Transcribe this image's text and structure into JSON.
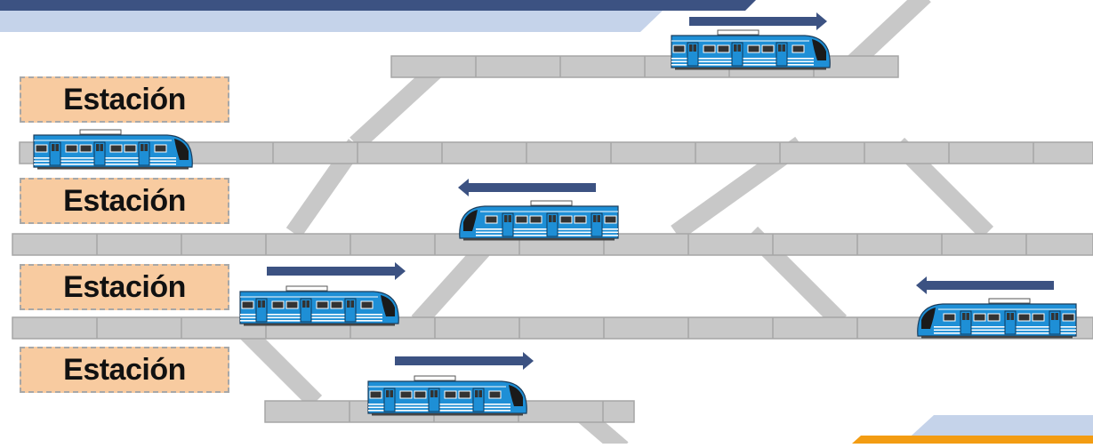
{
  "stations": [
    {
      "label": "Estación"
    },
    {
      "label": "Estación"
    },
    {
      "label": "Estación"
    },
    {
      "label": "Estación"
    }
  ],
  "trains": [
    {
      "track": "upper",
      "facing": "right",
      "arrow": "right"
    },
    {
      "track": "main-1",
      "facing": "right",
      "arrow": "none"
    },
    {
      "track": "main-2",
      "facing": "left",
      "arrow": "left"
    },
    {
      "track": "main-3",
      "facing": "right",
      "arrow": "right"
    },
    {
      "track": "main-3",
      "facing": "left",
      "arrow": "left"
    },
    {
      "track": "lower",
      "facing": "right",
      "arrow": "right"
    }
  ],
  "colors": {
    "track": "#c8c8c8",
    "track_border": "#a6a6a6",
    "train_body": "#1e8fd6",
    "train_stripe": "#ffffff",
    "arrow": "#3c5282",
    "banner_dark": "#3c5282",
    "banner_light": "#c5d3ea",
    "accent_orange": "#f39c12",
    "station_fill": "#f8cba0"
  }
}
